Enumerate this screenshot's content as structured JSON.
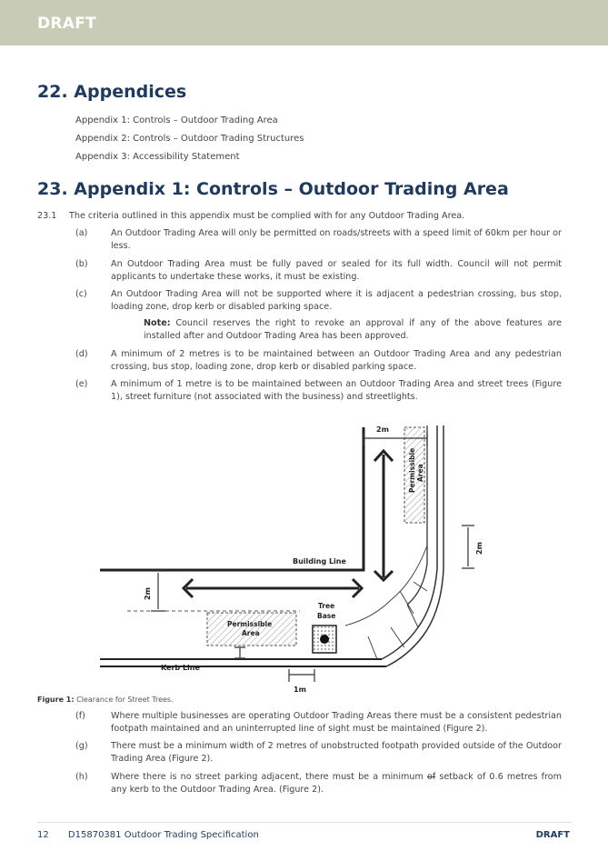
{
  "banner": {
    "text": "DRAFT"
  },
  "section22": {
    "number": "22.",
    "title": "Appendices",
    "items": [
      "Appendix 1: Controls – Outdoor Trading Area",
      "Appendix 2: Controls – Outdoor Trading Structures",
      "Appendix 3: Accessibility Statement"
    ]
  },
  "section23": {
    "number": "23.",
    "title": "Appendix 1: Controls – Outdoor Trading Area",
    "clause_num": "23.1",
    "clause_text": "The criteria outlined in this appendix must be complied with for any Outdoor Trading Area.",
    "items": [
      {
        "label": "(a)",
        "text": "An Outdoor Trading Area will only be permitted on roads/streets with a speed limit of 60km per hour or less."
      },
      {
        "label": "(b)",
        "text": "An Outdoor Trading Area must be fully paved or sealed for its full width. Council will not permit applicants to undertake these works, it must be existing."
      },
      {
        "label": "(c)",
        "text": "An Outdoor Trading Area will not be supported where it is adjacent a pedestrian crossing, bus stop, loading zone, drop kerb or disabled parking space."
      },
      {
        "label": "(d)",
        "text": "A minimum of 2 metres is to be maintained between an Outdoor Trading Area and any pedestrian crossing, bus stop, loading zone, drop kerb or disabled parking space."
      },
      {
        "label": "(e)",
        "text": "A minimum of 1 metre is to be maintained between an Outdoor Trading Area and street trees (Figure 1), street furniture (not associated with the business) and streetlights."
      }
    ],
    "note_label": "Note:",
    "note_text": "Council reserves the right to revoke an approval if any of the above features are installed after and Outdoor Trading Area has been approved."
  },
  "figure": {
    "labels": {
      "dim_2m_top": "2m",
      "permissible_top": "Permissible",
      "area_top": "Area",
      "dim_2m_right": "2m",
      "building_line": "Building Line",
      "dim_2m_left": "2m",
      "tree": "Tree",
      "base": "Base",
      "permissible_bottom": "Permissible",
      "area_bottom": "Area",
      "kerb_line": "Kerb Line",
      "dim_1m": "1m"
    },
    "caption_label": "Figure 1:",
    "caption_text": "Clearance for Street Trees."
  },
  "items_after": [
    {
      "label": "(f)",
      "text": "Where multiple businesses are operating Outdoor Trading Areas there must be a consistent pedestrian footpath maintained and an uninterrupted line of sight must be maintained (Figure 2)."
    },
    {
      "label": "(g)",
      "text": "There must be a minimum width of 2 metres of unobstructed footpath provided outside of the Outdoor Trading Area (Figure 2)."
    },
    {
      "label": "(h)",
      "text_before": "Where there is no street parking adjacent, there must be a minimum ",
      "struck": "of",
      "text_after": " setback of 0.6 metres from any kerb to the Outdoor Trading Area. (Figure 2)."
    }
  ],
  "footer": {
    "page": "12",
    "doc": "D15870381 Outdoor Trading Specification",
    "right": "DRAFT"
  }
}
